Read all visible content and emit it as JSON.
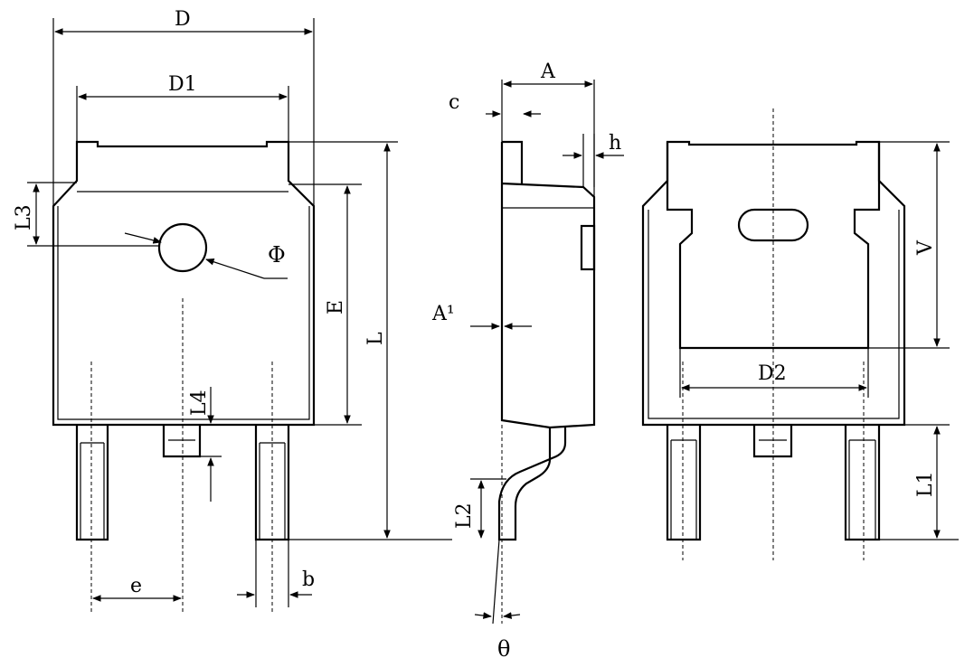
{
  "labels": {
    "D": "D",
    "D1": "D1",
    "L3": "L3",
    "phi": "Φ",
    "E": "E",
    "L": "L",
    "L4": "L4",
    "e": "e",
    "b": "b",
    "A": "A",
    "c": "c",
    "h": "h",
    "A1": "A¹",
    "L2": "L2",
    "theta": "θ",
    "V": "V",
    "D2": "D2",
    "L1": "L1"
  }
}
